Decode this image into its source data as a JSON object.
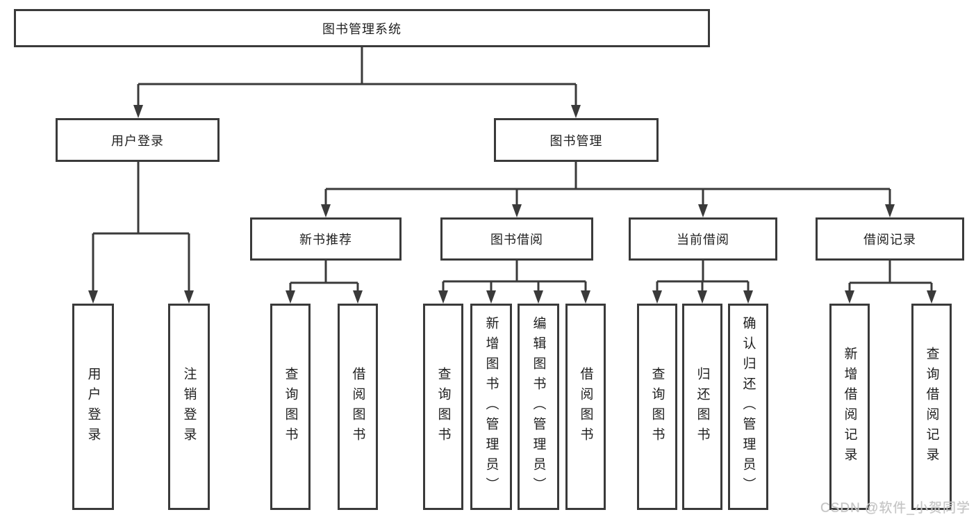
{
  "diagram": {
    "type": "hierarchy-tree",
    "title": "图书管理系统",
    "watermark": "CSDN @软件_小贺同学",
    "colors": {
      "line": "#3a3a3a",
      "box_border": "#3a3a3a",
      "text": "#1f1f1f",
      "watermark": "#c4c4c4",
      "background": "#ffffff"
    },
    "nodes": {
      "root": {
        "label": "图书管理系统"
      },
      "user_login": {
        "label": "用户登录"
      },
      "book_mgmt": {
        "label": "图书管理"
      },
      "new_book_rec": {
        "label": "新书推荐"
      },
      "book_borrow": {
        "label": "图书借阅"
      },
      "current_borrow": {
        "label": "当前借阅"
      },
      "borrow_record": {
        "label": "借阅记录"
      },
      "leaf_user_login": {
        "label": "用户登录"
      },
      "leaf_logout": {
        "label": "注销登录"
      },
      "leaf_query_book_rec": {
        "label": "查询图书"
      },
      "leaf_borrow_book_rec": {
        "label": "借阅图书"
      },
      "leaf_query_book_borrow": {
        "label": "查询图书"
      },
      "leaf_add_book": {
        "label": "新增图书（管理员）"
      },
      "leaf_edit_book": {
        "label": "编辑图书（管理员）"
      },
      "leaf_borrow_book": {
        "label": "借阅图书"
      },
      "leaf_query_book_current": {
        "label": "查询图书"
      },
      "leaf_return_book": {
        "label": "归还图书"
      },
      "leaf_confirm_return": {
        "label": "确认归还（管理员）"
      },
      "leaf_add_borrow_record": {
        "label": "新增借阅记录"
      },
      "leaf_query_borrow_record": {
        "label": "查询借阅记录"
      }
    },
    "edges": [
      {
        "from": "root",
        "to": "user_login"
      },
      {
        "from": "root",
        "to": "book_mgmt"
      },
      {
        "from": "user_login",
        "to": "leaf_user_login"
      },
      {
        "from": "user_login",
        "to": "leaf_logout"
      },
      {
        "from": "book_mgmt",
        "to": "new_book_rec"
      },
      {
        "from": "book_mgmt",
        "to": "book_borrow"
      },
      {
        "from": "book_mgmt",
        "to": "current_borrow"
      },
      {
        "from": "book_mgmt",
        "to": "borrow_record"
      },
      {
        "from": "new_book_rec",
        "to": "leaf_query_book_rec"
      },
      {
        "from": "new_book_rec",
        "to": "leaf_borrow_book_rec"
      },
      {
        "from": "book_borrow",
        "to": "leaf_query_book_borrow"
      },
      {
        "from": "book_borrow",
        "to": "leaf_add_book"
      },
      {
        "from": "book_borrow",
        "to": "leaf_edit_book"
      },
      {
        "from": "book_borrow",
        "to": "leaf_borrow_book"
      },
      {
        "from": "current_borrow",
        "to": "leaf_query_book_current"
      },
      {
        "from": "current_borrow",
        "to": "leaf_return_book"
      },
      {
        "from": "current_borrow",
        "to": "leaf_confirm_return"
      },
      {
        "from": "borrow_record",
        "to": "leaf_add_borrow_record"
      },
      {
        "from": "borrow_record",
        "to": "leaf_query_borrow_record"
      }
    ]
  }
}
